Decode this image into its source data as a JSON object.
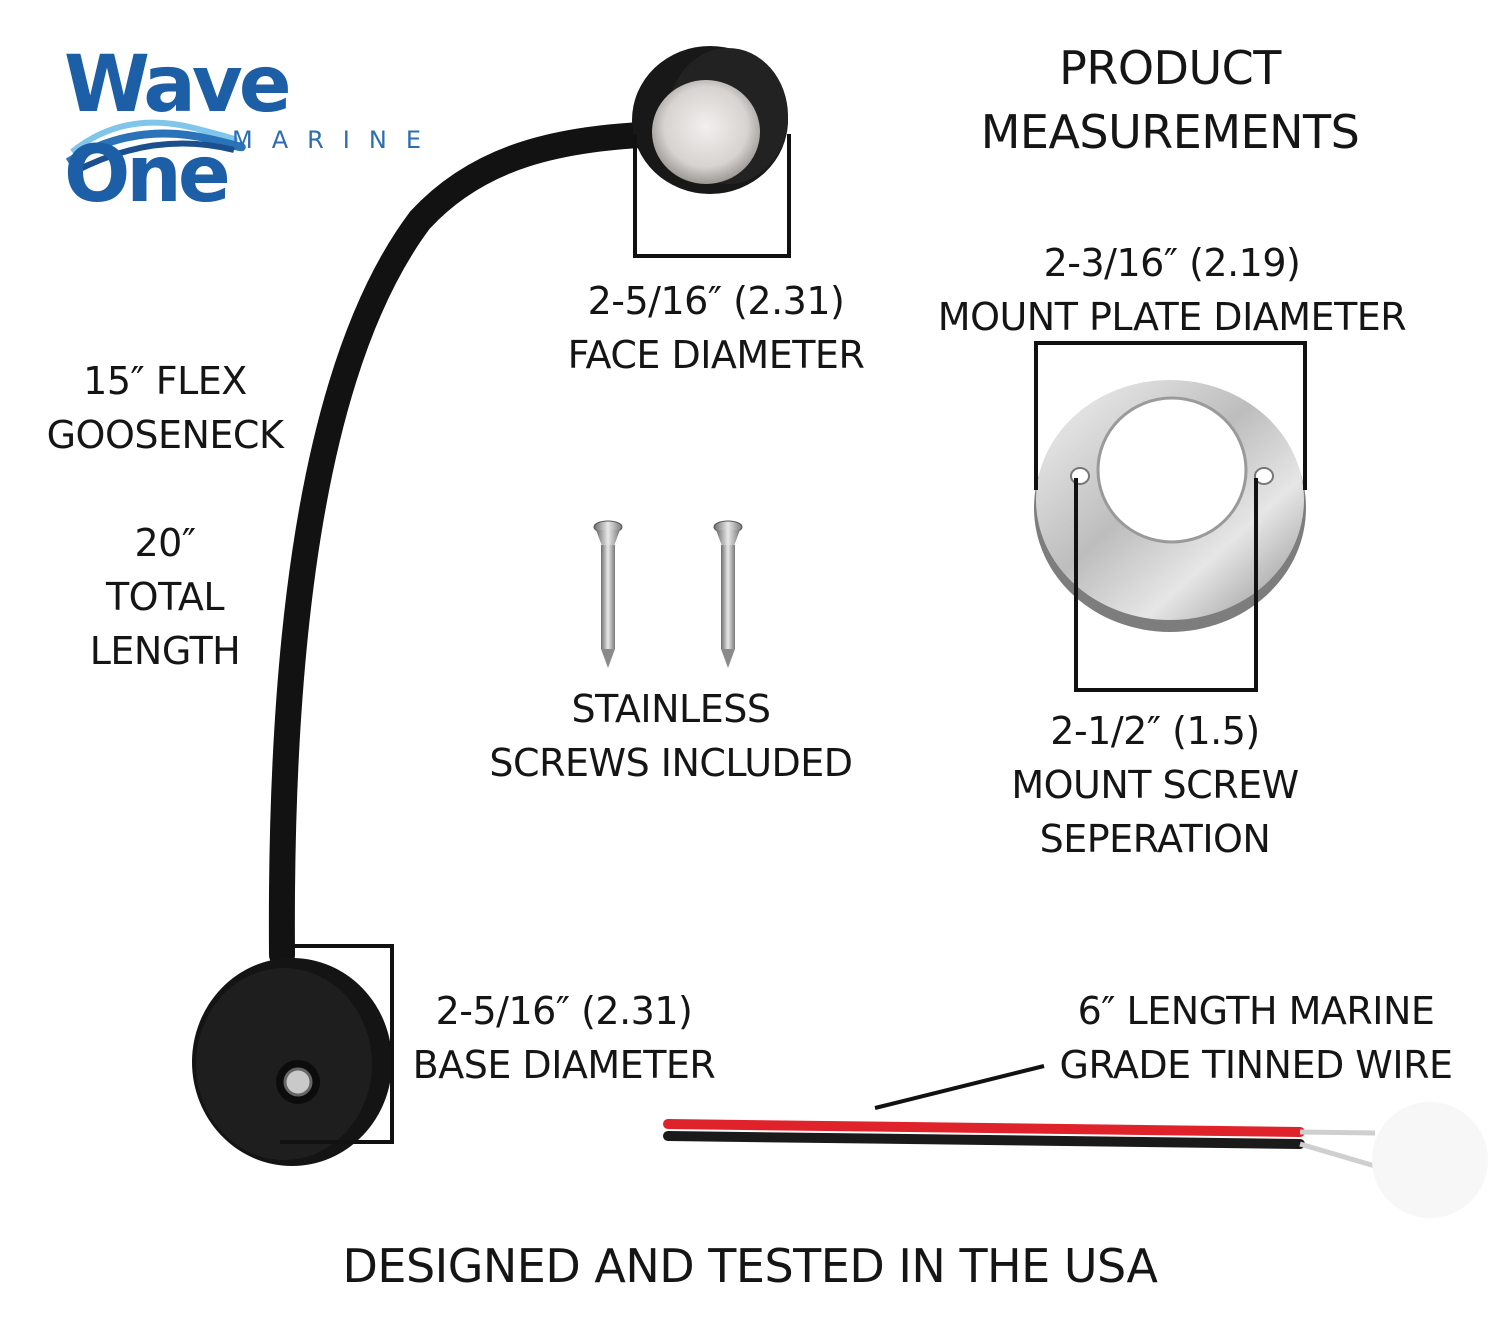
{
  "brand": {
    "name": "Wave One",
    "sub": "MARINE",
    "color": "#1d5fa6"
  },
  "title": {
    "line1": "PRODUCT",
    "line2": "MEASUREMENTS"
  },
  "face": {
    "dimension": "2-5/16″ (2.31)",
    "name": "FACE DIAMETER"
  },
  "mount_plate": {
    "dimension": "2-3/16″ (2.19)",
    "name": "MOUNT PLATE  DIAMETER"
  },
  "gooseneck": {
    "line1": "15″ FLEX",
    "line2": "GOOSENECK"
  },
  "total_length": {
    "line1": "20″",
    "line2": "TOTAL",
    "line3": "LENGTH"
  },
  "screws": {
    "line1": "STAINLESS",
    "line2": "SCREWS INCLUDED"
  },
  "screw_separation": {
    "dimension": "2-1/2″ (1.5)",
    "line1": "MOUNT SCREW",
    "line2": "SEPERATION"
  },
  "base": {
    "dimension": "2-5/16″ (2.31)",
    "name": "BASE DIAMETER"
  },
  "wire": {
    "line1": "6″ LENGTH MARINE",
    "line2": "GRADE TINNED WIRE",
    "colors": {
      "red": "#e0232b",
      "black": "#1a1a1a"
    }
  },
  "footer": "DESIGNED AND TESTED IN THE USA"
}
